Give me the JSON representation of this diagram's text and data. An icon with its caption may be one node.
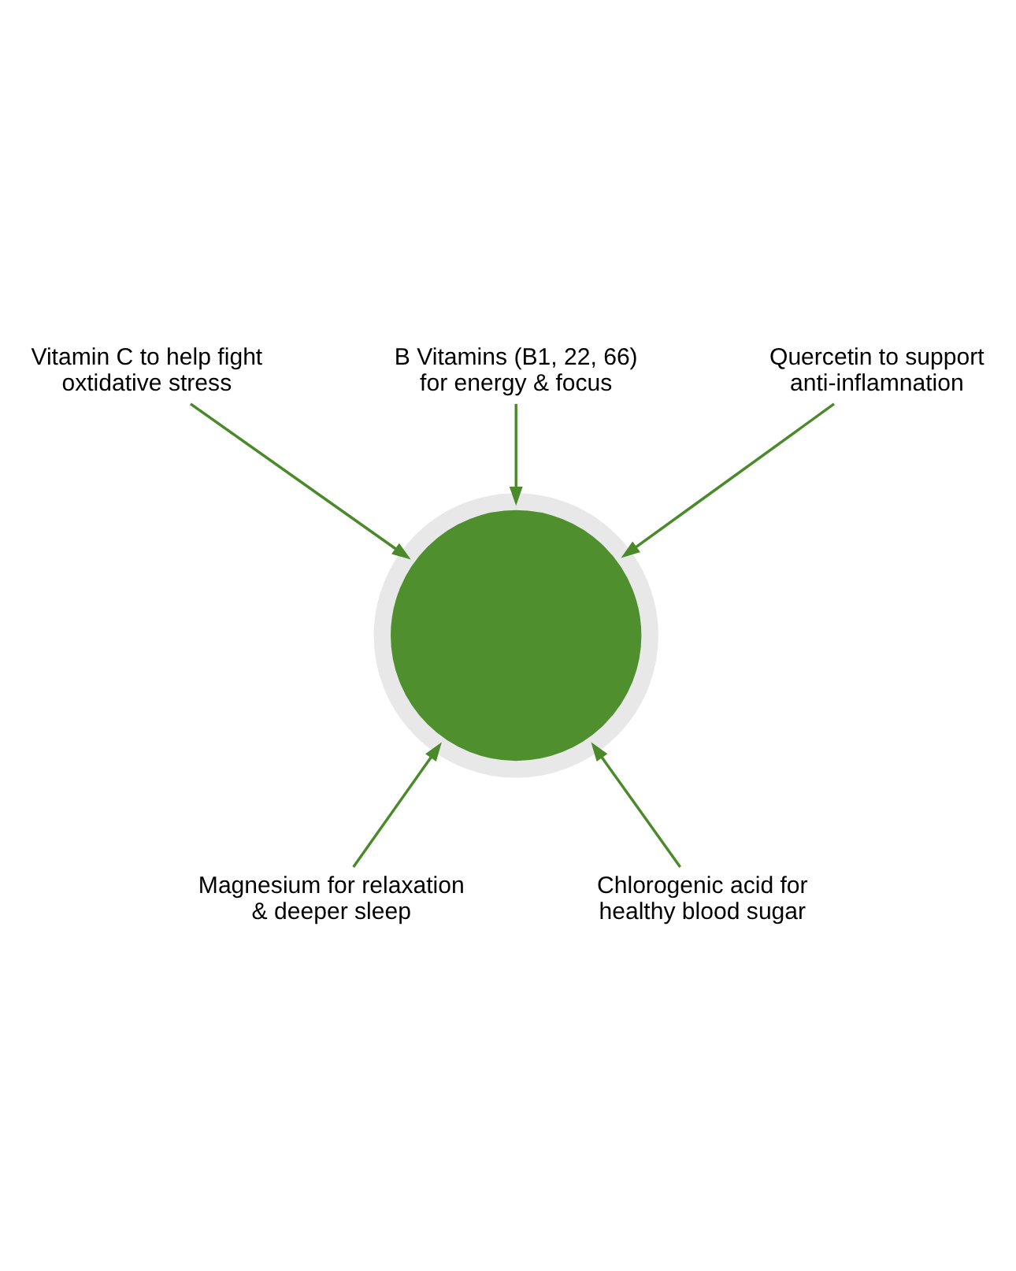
{
  "diagram": {
    "nodes": [
      {
        "text": [
          "Vitamin C to help fight oxtidative stress"
        ]
      },
      {
        "text": [
          "B Vitamins (B1, 22, 66) for energy & focus"
        ]
      },
      {
        "text": [
          "Quercetin to support anti-inflamnation"
        ]
      },
      {
        "text": [],
        "shape": "picture"
      },
      {
        "text": [
          "Magnesium for relaxation & deeper sleep"
        ]
      },
      {
        "text": [
          "Chlorogenic acid for healthy blood sugar"
        ]
      }
    ],
    "edges": [
      {
        "from": 0,
        "to": 3,
        "arrow": "to"
      },
      {
        "from": 1,
        "to": 3,
        "arrow": "to"
      },
      {
        "from": 2,
        "to": 3,
        "arrow": "to"
      },
      {
        "from": 4,
        "to": 3,
        "arrow": "to"
      },
      {
        "from": 5,
        "to": 3,
        "arrow": "to"
      }
    ]
  }
}
